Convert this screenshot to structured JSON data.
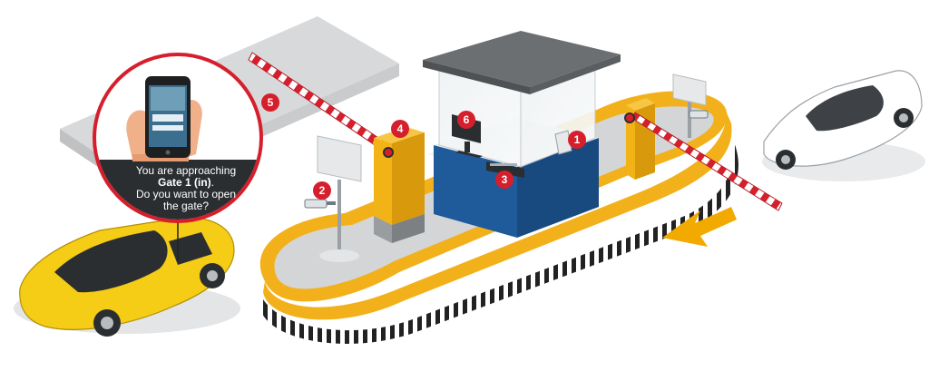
{
  "callouts": [
    {
      "id": "1",
      "label": "1"
    },
    {
      "id": "2",
      "label": "2"
    },
    {
      "id": "3",
      "label": "3"
    },
    {
      "id": "4",
      "label": "4"
    },
    {
      "id": "5",
      "label": "5"
    },
    {
      "id": "6",
      "label": "6"
    }
  ],
  "notification": {
    "line1": "You are approaching",
    "gate": "Gate 1 (in)",
    "gate_suffix": ".",
    "line3": "Do you want to open",
    "line4": "the gate?"
  },
  "colors": {
    "accent_red": "#d61f2c",
    "booth_blue": "#1f5a9a",
    "pillar_yellow": "#f2b316",
    "arrow_yellow": "#f2a900",
    "road_gray": "#d3d5d7",
    "track_yellow": "#f2b11b"
  },
  "icons": [
    "smartphone-icon",
    "hand-icon",
    "yellow-car-icon",
    "white-car-icon",
    "camera-icon",
    "monitor-icon",
    "direction-arrow-icon"
  ]
}
